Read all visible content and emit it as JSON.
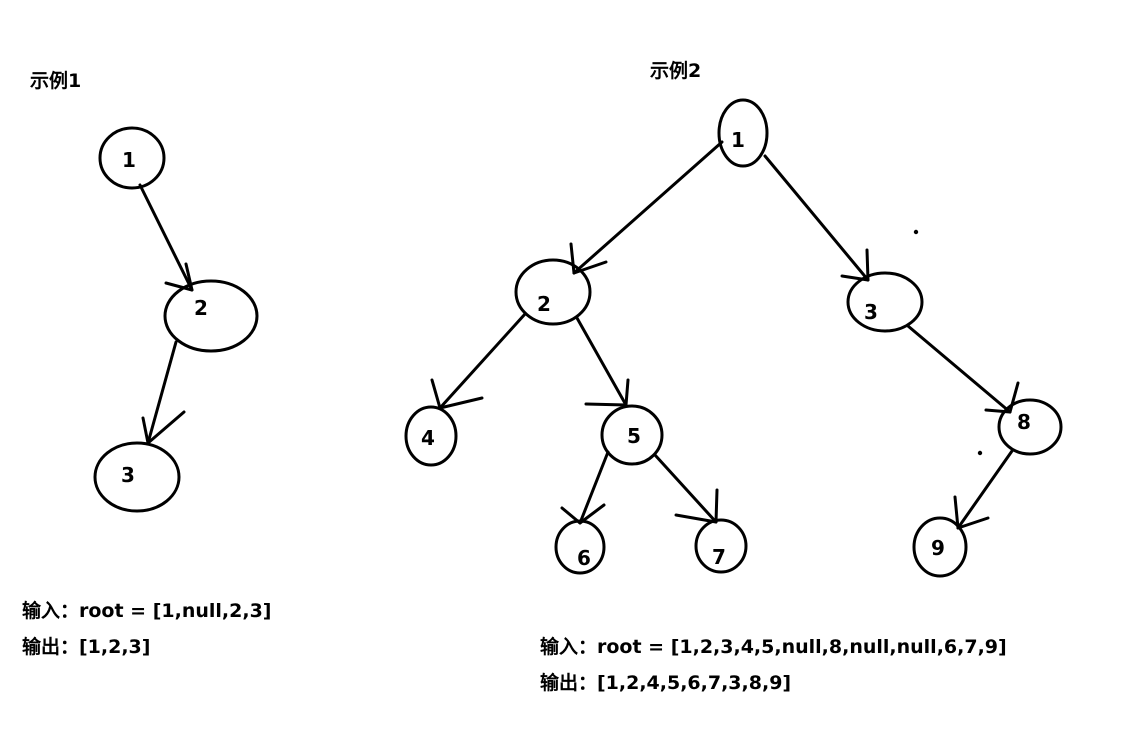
{
  "example1": {
    "title": "示例1",
    "nodes": [
      "1",
      "2",
      "3"
    ],
    "input": "输入：root = [1,null,2,3]",
    "output": "输出：[1,2,3]"
  },
  "example2": {
    "title": "示例2",
    "nodes": [
      "1",
      "2",
      "3",
      "4",
      "5",
      "8",
      "6",
      "7",
      "9"
    ],
    "input": "输入：root = [1,2,3,4,5,null,8,null,null,6,7,9]",
    "output": "输出：[1,2,4,5,6,7,3,8,9]"
  }
}
